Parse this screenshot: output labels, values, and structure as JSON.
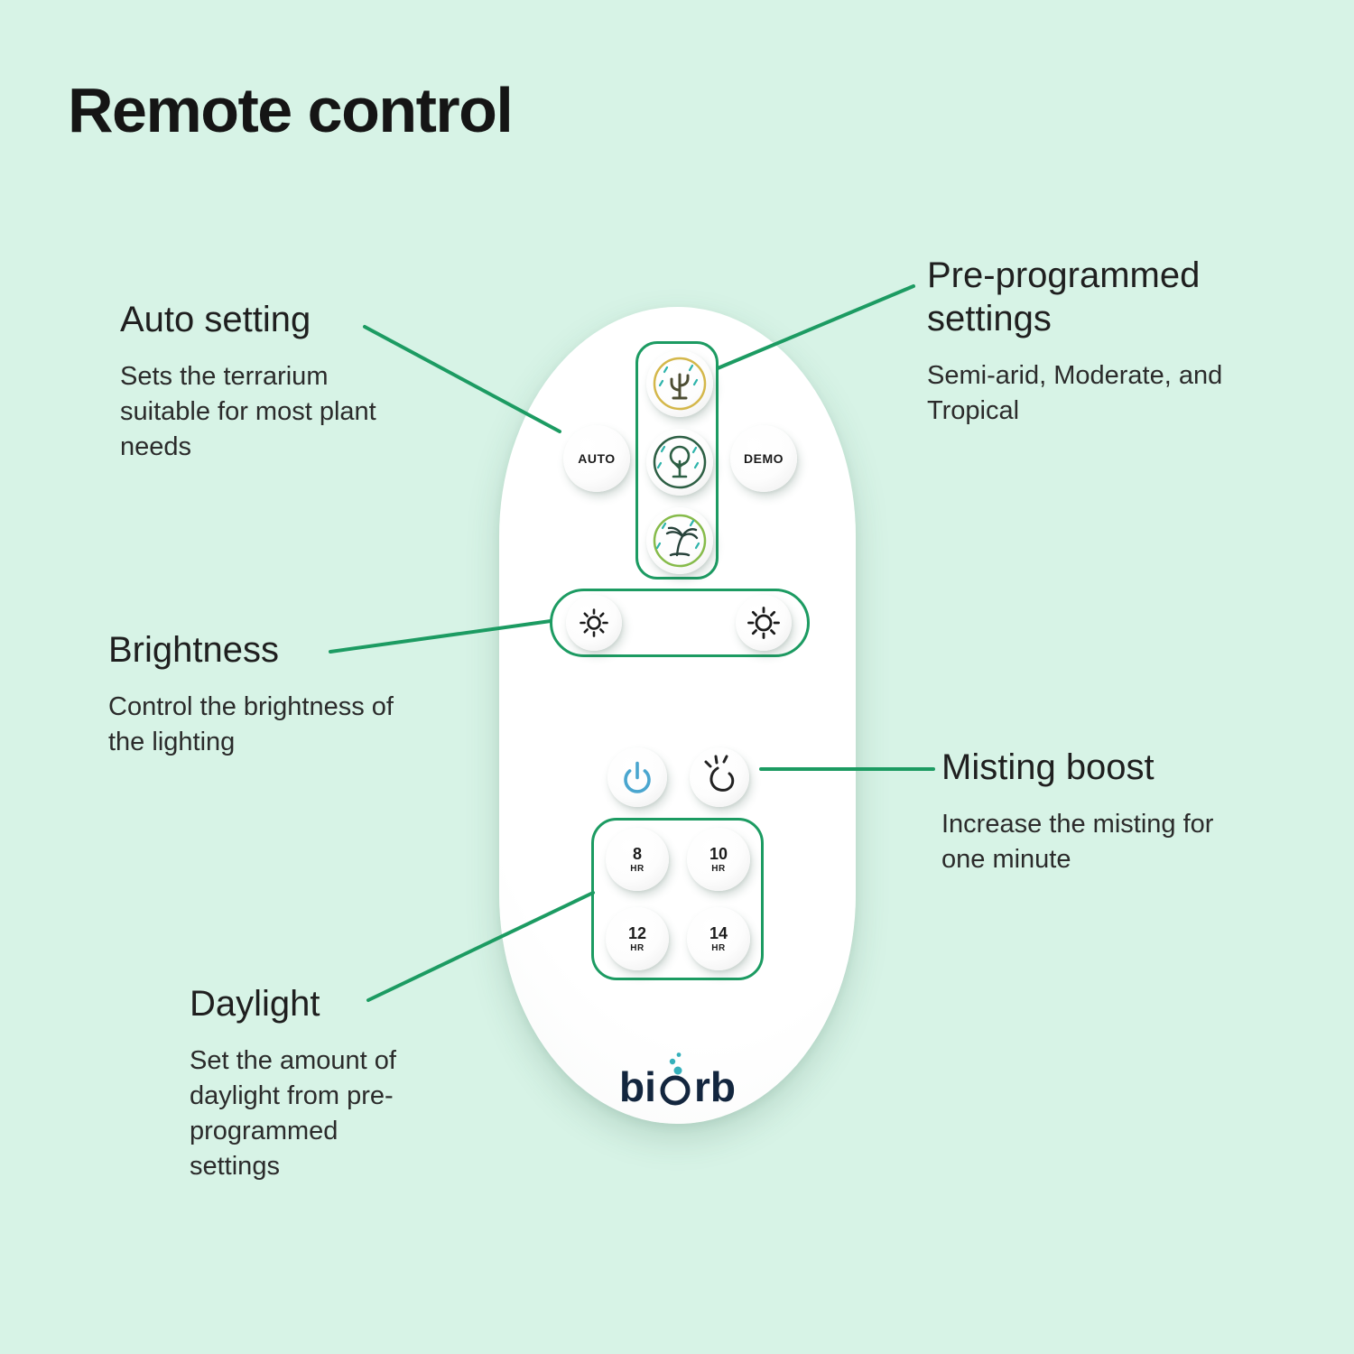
{
  "page": {
    "title": "Remote control"
  },
  "theme": {
    "background": "#d7f3e6",
    "accent_green": "#1c9b62",
    "power_blue": "#4aa6cf",
    "brand_navy": "#13263e",
    "rain_teal": "#2fb4ab",
    "ring_yellow": "#d4b74a",
    "ring_dark_green": "#2d5f44",
    "ring_light_green": "#86bb4a"
  },
  "annotations": {
    "auto": {
      "title": "Auto setting",
      "body": "Sets the terrarium suitable for most plant needs"
    },
    "preprogrammed": {
      "title": "Pre-programmed settings",
      "body": "Semi-arid, Moderate, and Tropical"
    },
    "brightness": {
      "title": "Brightness",
      "body": "Control the brightness of the lighting"
    },
    "misting": {
      "title": "Misting boost",
      "body": "Increase the misting for one minute"
    },
    "daylight": {
      "title": "Daylight",
      "body": "Set the amount of daylight from pre-programmed settings"
    }
  },
  "remote": {
    "auto_label": "AUTO",
    "demo_label": "DEMO",
    "preset_icons": [
      "semi-arid-cactus-icon",
      "moderate-tree-icon",
      "tropical-palm-icon"
    ],
    "other_icons": [
      "dim-sun-icon",
      "bright-sun-icon",
      "power-icon",
      "misting-icon"
    ],
    "daylight_buttons": [
      {
        "num": "8",
        "unit": "HR"
      },
      {
        "num": "10",
        "unit": "HR"
      },
      {
        "num": "12",
        "unit": "HR"
      },
      {
        "num": "14",
        "unit": "HR"
      }
    ],
    "brand": {
      "prefix": "bi",
      "o": "O",
      "suffix": "rb",
      "full": "biOrb"
    }
  }
}
